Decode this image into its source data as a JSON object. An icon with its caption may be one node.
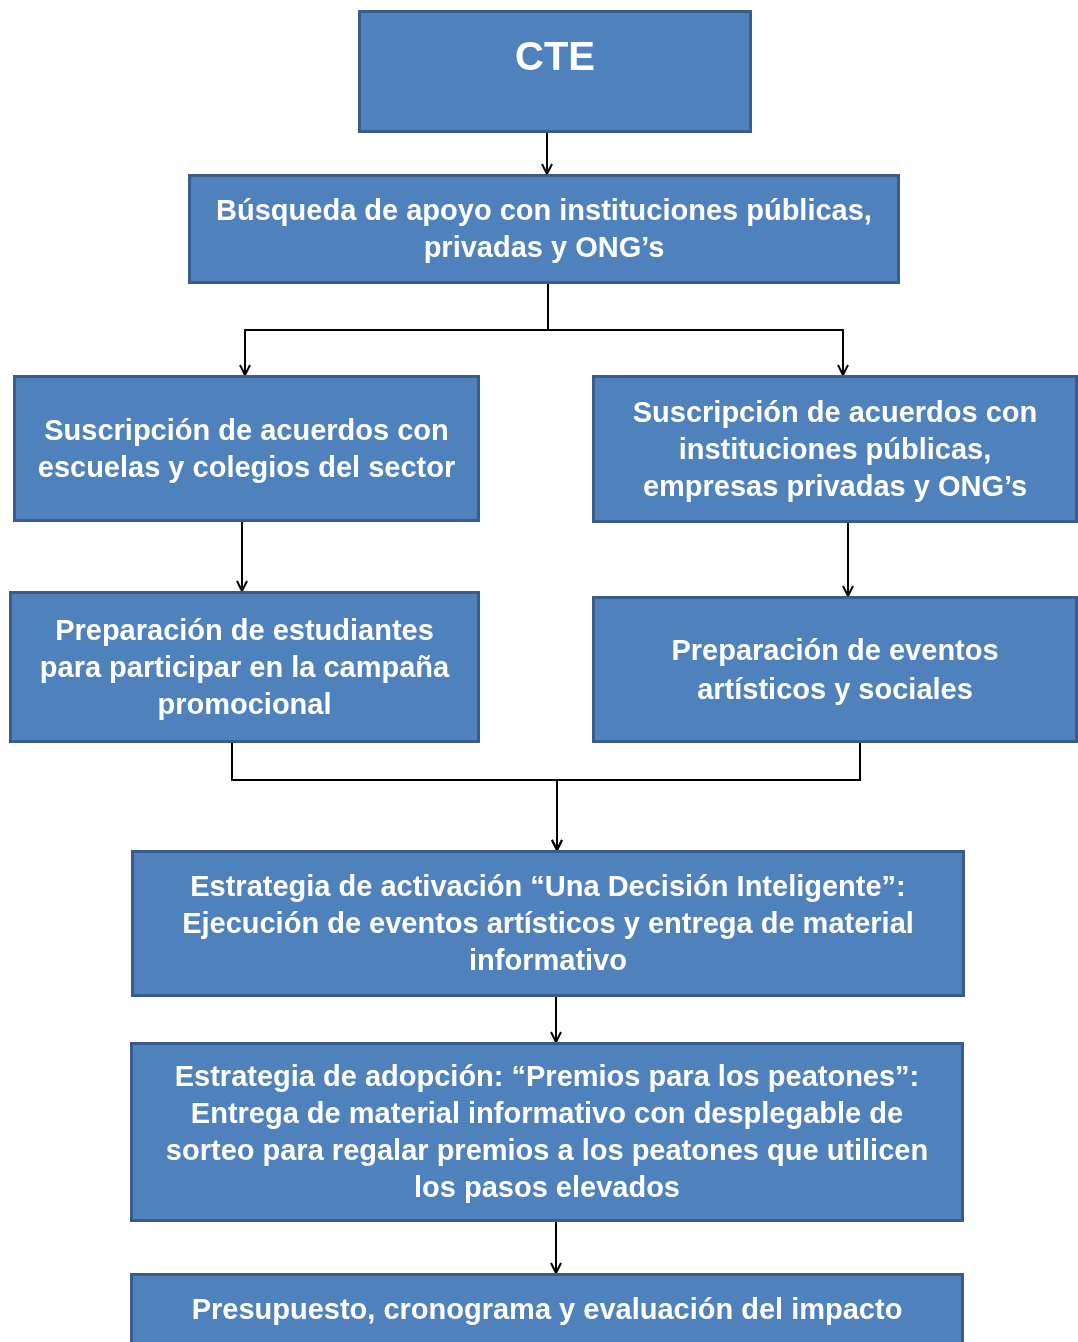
{
  "diagram": {
    "nodes": [
      {
        "text": [
          "CTE"
        ]
      },
      {
        "text": [
          "Búsqueda de apoyo con instituciones públicas, privadas y ONG’s"
        ]
      },
      {
        "text": [
          "Suscripción de acuerdos con escuelas y colegios del sector"
        ]
      },
      {
        "text": [
          "Suscripción de acuerdos con instituciones públicas, empresas privadas y ONG’s"
        ]
      },
      {
        "text": [
          "Preparación de estudiantes para participar en la campaña promocional"
        ]
      },
      {
        "text": [
          "Preparación de eventos artísticos y sociales"
        ]
      },
      {
        "text": [
          "Estrategia de activación “Una Decisión Inteligente”: Ejecución de eventos artísticos y entrega de material informativo"
        ]
      },
      {
        "text": [
          "Estrategia de adopción: “Premios para los peatones”: Entrega de material informativo con desplegable de sorteo para regalar premios a los peatones que utilicen los pasos elevados"
        ]
      },
      {
        "text": [
          "Presupuesto, cronograma y evaluación del impacto"
        ]
      }
    ],
    "edges": [
      {
        "from": 0,
        "to": 1,
        "arrow": "to"
      },
      {
        "from": 1,
        "to": 2,
        "arrow": "to"
      },
      {
        "from": 1,
        "to": 3,
        "arrow": "to"
      },
      {
        "from": 2,
        "to": 4,
        "arrow": "to"
      },
      {
        "from": 3,
        "to": 5,
        "arrow": "to"
      },
      {
        "from": 4,
        "to": 6,
        "arrow": "to"
      },
      {
        "from": 5,
        "to": 6,
        "arrow": "to"
      },
      {
        "from": 6,
        "to": 7,
        "arrow": "to"
      },
      {
        "from": 7,
        "to": 8,
        "arrow": "to"
      }
    ]
  }
}
